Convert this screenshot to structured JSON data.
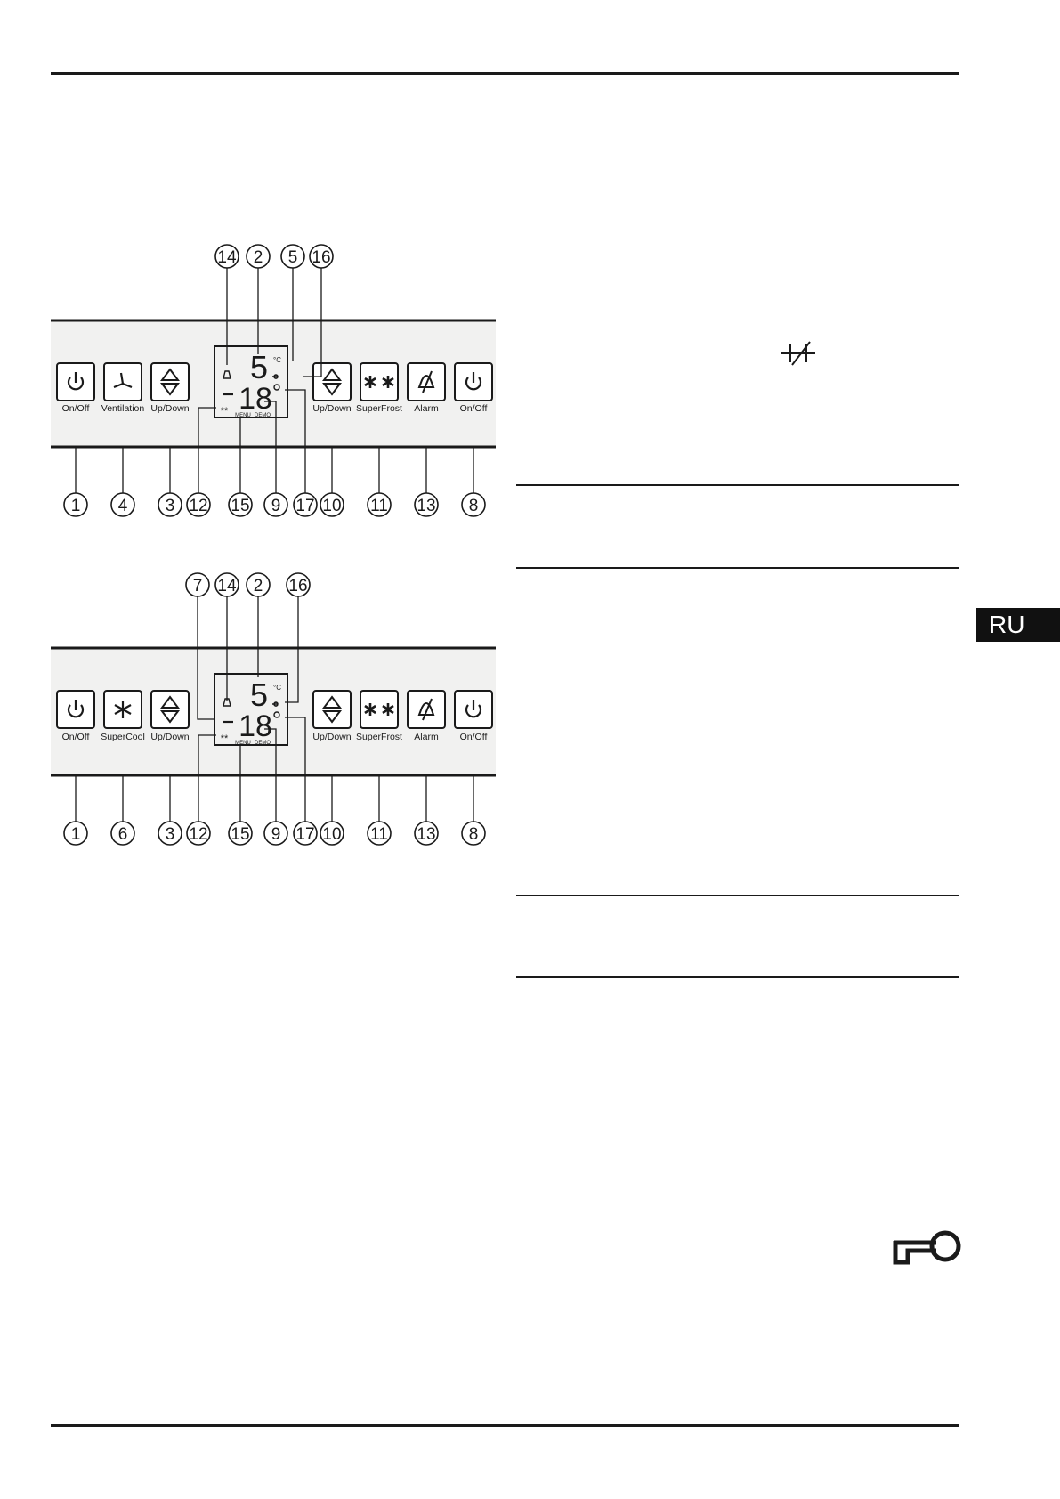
{
  "page": {
    "language_tab": "RU"
  },
  "panels": [
    {
      "name": "panel-ventilation",
      "display": {
        "top_digit": "5",
        "bottom_digits": "18",
        "unit": "°C",
        "menu": "MENU",
        "demo": "DEMO"
      },
      "buttons": [
        {
          "id": "on-off-left",
          "icon": "power-icon",
          "label": "On/Off"
        },
        {
          "id": "ventilation",
          "icon": "fan-icon",
          "label": "Ventilation"
        },
        {
          "id": "up-down-left",
          "icon": "up-down-icon",
          "label": "Up/Down"
        },
        {
          "id": "up-down-right",
          "icon": "up-down-icon",
          "label": "Up/Down"
        },
        {
          "id": "superfrost",
          "icon": "double-snowflake-icon",
          "label": "SuperFrost"
        },
        {
          "id": "alarm",
          "icon": "bell-off-icon",
          "label": "Alarm"
        },
        {
          "id": "on-off-right",
          "icon": "power-icon",
          "label": "On/Off"
        }
      ],
      "callouts_top": [
        "14",
        "2",
        "5",
        "16"
      ],
      "callouts_bottom": [
        "1",
        "4",
        "3",
        "12",
        "15",
        "9",
        "17",
        "10",
        "11",
        "13",
        "8"
      ]
    },
    {
      "name": "panel-supercool",
      "display": {
        "top_digit": "5",
        "bottom_digits": "18",
        "unit": "°C",
        "menu": "MENU",
        "demo": "DEMO"
      },
      "buttons": [
        {
          "id": "on-off-left",
          "icon": "power-icon",
          "label": "On/Off"
        },
        {
          "id": "supercool",
          "icon": "snowflake-icon",
          "label": "SuperCool"
        },
        {
          "id": "up-down-left",
          "icon": "up-down-icon",
          "label": "Up/Down"
        },
        {
          "id": "up-down-right",
          "icon": "up-down-icon",
          "label": "Up/Down"
        },
        {
          "id": "superfrost",
          "icon": "double-snowflake-icon",
          "label": "SuperFrost"
        },
        {
          "id": "alarm",
          "icon": "bell-off-icon",
          "label": "Alarm"
        },
        {
          "id": "on-off-right",
          "icon": "power-icon",
          "label": "On/Off"
        }
      ],
      "callouts_top": [
        "7",
        "14",
        "2",
        "16"
      ],
      "callouts_bottom": [
        "1",
        "6",
        "3",
        "12",
        "15",
        "9",
        "17",
        "10",
        "11",
        "13",
        "8"
      ]
    }
  ],
  "icons": {
    "inline_symbol": "ventilation-symbol-icon",
    "key_symbol": "key-icon"
  }
}
